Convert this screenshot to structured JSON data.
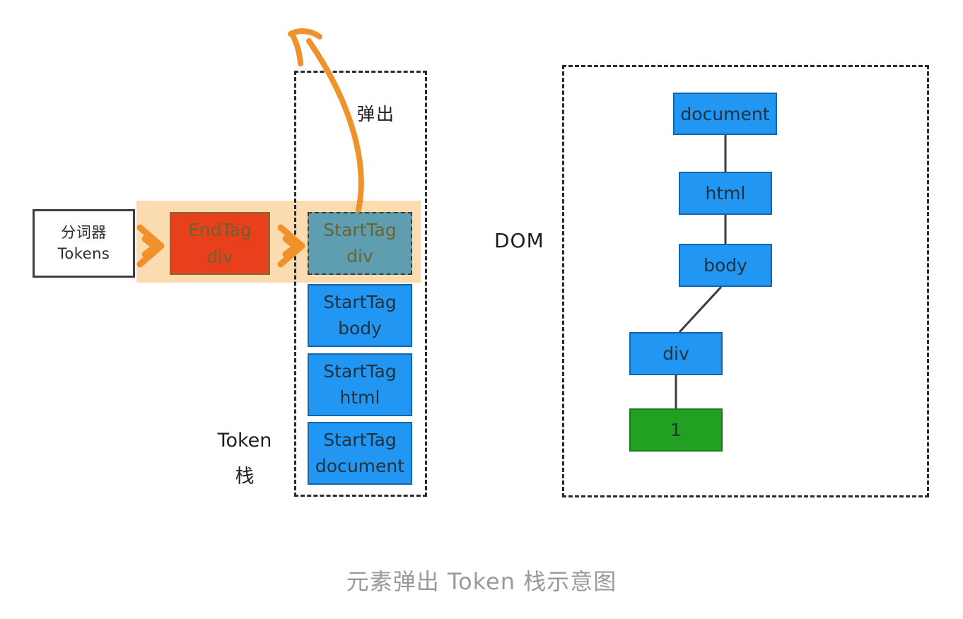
{
  "diagram": {
    "caption": "元素弹出 Token 栈示意图",
    "pop_label": "弹出",
    "dom_label": "DOM",
    "stack_label_line1": "Token",
    "stack_label_line2": "栈",
    "colors": {
      "token_blue": "#2196f3",
      "token_blue_border": "#1565a8",
      "highlight_band": "#fbdcb0",
      "endtag_red": "#e8401c",
      "popped_teal": "#5f9eb0",
      "text_green": "#22a022",
      "arrow_orange": "#f0922b",
      "caption_gray": "#9a9a9a",
      "outline_dark": "#2a2a2a"
    }
  },
  "tokenizer": {
    "name": "分词器",
    "subtitle": "Tokens"
  },
  "incoming_tokens": [
    {
      "type": "EndTag",
      "tag": "div",
      "state": "current",
      "color": "#e8401c"
    }
  ],
  "token_stack": {
    "items": [
      {
        "type": "StartTag",
        "tag": "div",
        "state": "popping"
      },
      {
        "type": "StartTag",
        "tag": "body",
        "state": "stacked"
      },
      {
        "type": "StartTag",
        "tag": "html",
        "state": "stacked"
      },
      {
        "type": "StartTag",
        "tag": "document",
        "state": "stacked"
      }
    ]
  },
  "dom_tree": {
    "nodes": [
      {
        "id": "document",
        "label": "document",
        "kind": "element"
      },
      {
        "id": "html",
        "label": "html",
        "kind": "element"
      },
      {
        "id": "body",
        "label": "body",
        "kind": "element"
      },
      {
        "id": "div",
        "label": "div",
        "kind": "element"
      },
      {
        "id": "text",
        "label": "1",
        "kind": "text"
      }
    ],
    "edges": [
      {
        "from": "document",
        "to": "html"
      },
      {
        "from": "html",
        "to": "body"
      },
      {
        "from": "body",
        "to": "div"
      },
      {
        "from": "div",
        "to": "text"
      }
    ]
  }
}
